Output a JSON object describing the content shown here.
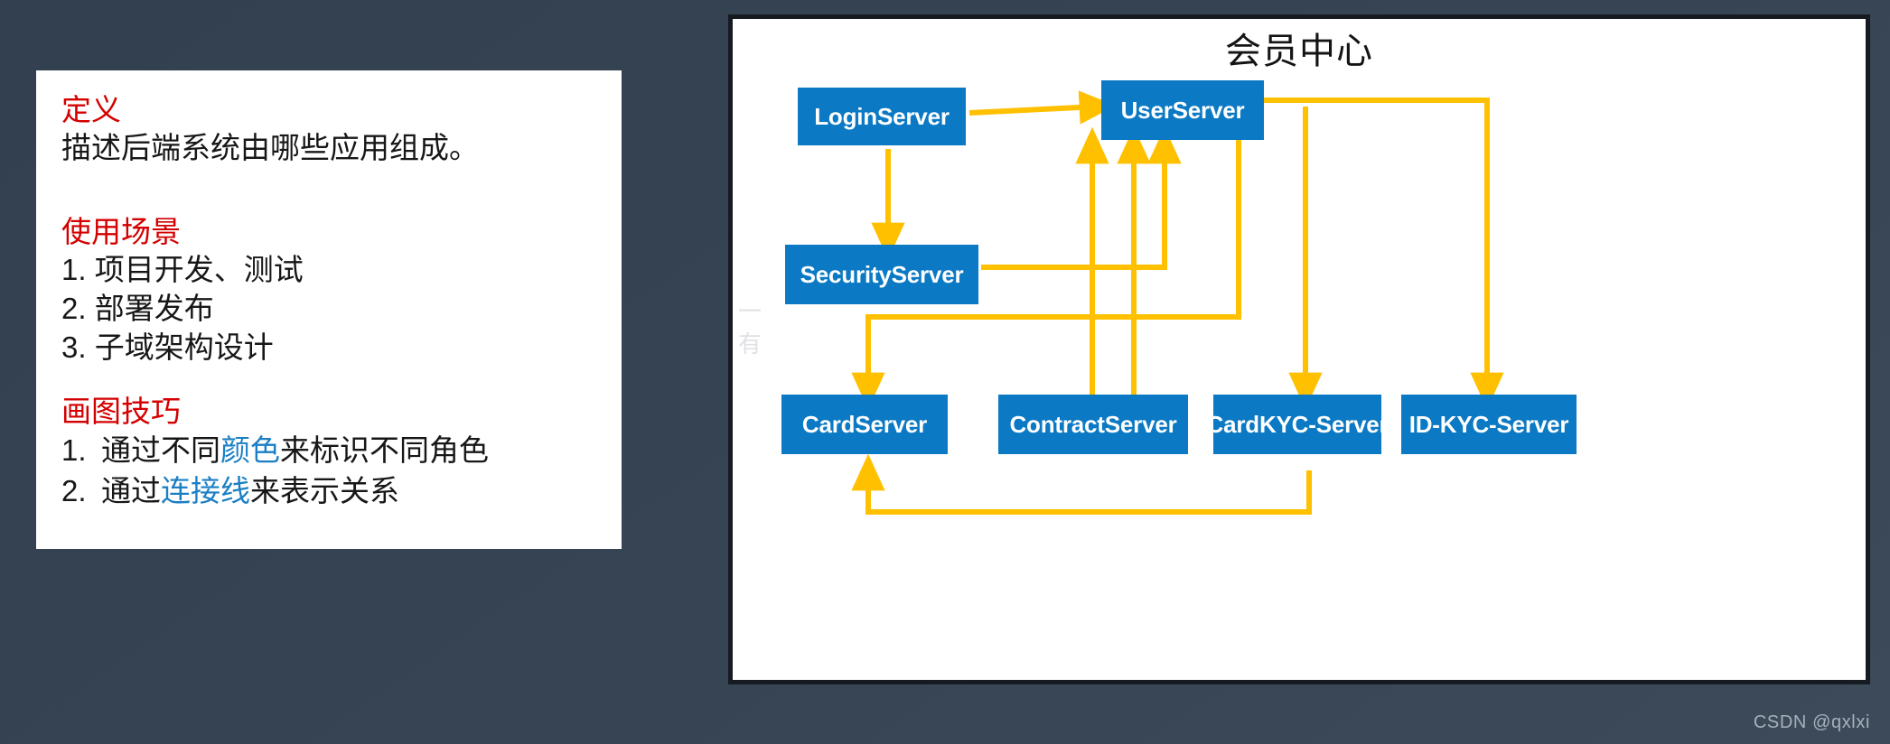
{
  "background_color": "#334253",
  "notes": {
    "card_background": "#ffffff",
    "heading_color": "#d40000",
    "accent_color": "#1b7fc4",
    "sections": [
      {
        "heading": "定义",
        "lines": [
          "描述后端系统由哪些应用组成。"
        ]
      },
      {
        "heading": "使用场景",
        "items": [
          {
            "num": "1.",
            "text": "项目开发、测试"
          },
          {
            "num": "2.",
            "text": "部署发布"
          },
          {
            "num": "3.",
            "text": "子域架构设计"
          }
        ]
      },
      {
        "heading": "画图技巧",
        "items": [
          {
            "num": "1.",
            "prefix": "通过不同",
            "highlight": "颜色",
            "suffix": "来标识不同角色"
          },
          {
            "num": "2.",
            "prefix": "通过",
            "highlight": "连接线",
            "suffix": "来表示关系"
          }
        ]
      }
    ]
  },
  "diagram": {
    "title": "会员中心",
    "node_color": "#0b79c3",
    "node_text_color": "#ffffff",
    "edge_color": "#ffc000",
    "border_color": "#161b22",
    "soft_watermark": "一\n有",
    "nodes": [
      {
        "id": "login",
        "label": "LoginServer"
      },
      {
        "id": "user",
        "label": "UserServer"
      },
      {
        "id": "security",
        "label": "SecurityServer"
      },
      {
        "id": "card",
        "label": "CardServer"
      },
      {
        "id": "contract",
        "label": "ContractServer"
      },
      {
        "id": "cardkyc",
        "label": "CardKYC-Server"
      },
      {
        "id": "idkyc",
        "label": "ID-KYC-Server"
      }
    ],
    "edges": [
      {
        "from": "login",
        "to": "user",
        "direction": "right"
      },
      {
        "from": "login",
        "to": "security",
        "direction": "down"
      },
      {
        "from": "security",
        "to": "user",
        "direction": "up"
      },
      {
        "from": "user",
        "to": "card",
        "direction": "down"
      },
      {
        "from": "contract",
        "to": "user",
        "direction": "up"
      },
      {
        "from": "cardkyc",
        "to": "user",
        "direction": "up"
      },
      {
        "from": "user",
        "to": "cardkyc",
        "direction": "down"
      },
      {
        "from": "user",
        "to": "idkyc",
        "direction": "down"
      },
      {
        "from": "cardkyc",
        "to": "card",
        "direction": "feedback"
      }
    ]
  },
  "watermark": {
    "text": "CSDN @qxlxi"
  }
}
